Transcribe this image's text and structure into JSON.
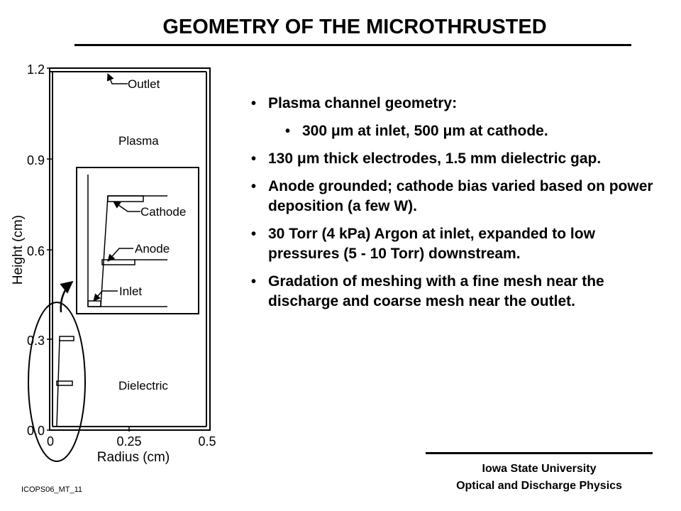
{
  "title": "GEOMETRY OF THE MICROTHRUSTED",
  "diagram": {
    "y_axis_label": "Height (cm)",
    "x_axis_label": "Radius (cm)",
    "y_ticks": [
      "1.2",
      "0.9",
      "0.6",
      "0.3",
      "0.0"
    ],
    "x_ticks": [
      "0",
      "0.25",
      "0.5"
    ],
    "labels": {
      "outlet": "Outlet",
      "plasma": "Plasma",
      "cathode": "Cathode",
      "anode": "Anode",
      "inlet": "Inlet",
      "dielectric": "Dielectric"
    }
  },
  "bullets": [
    {
      "text": "Plasma channel geometry:",
      "level": 1
    },
    {
      "text": "300 μm at inlet, 500 μm at  cathode.",
      "level": 2
    },
    {
      "text": "130 μm thick electrodes, 1.5 mm dielectric gap.",
      "level": 1
    },
    {
      "text": "Anode grounded; cathode bias varied based on power deposition (a few W).",
      "level": 1
    },
    {
      "text": "30 Torr (4 kPa) Argon at inlet, expanded to low pressures (5 - 10 Torr) downstream.",
      "level": 1
    },
    {
      "text": "Gradation of meshing with a fine mesh near the discharge and coarse mesh near the outlet.",
      "level": 1
    }
  ],
  "bullet_symbol": "•",
  "footer": {
    "line1": "Iowa State University",
    "line2": "Optical and Discharge Physics"
  },
  "slide_id": "ICOPS06_MT_11"
}
